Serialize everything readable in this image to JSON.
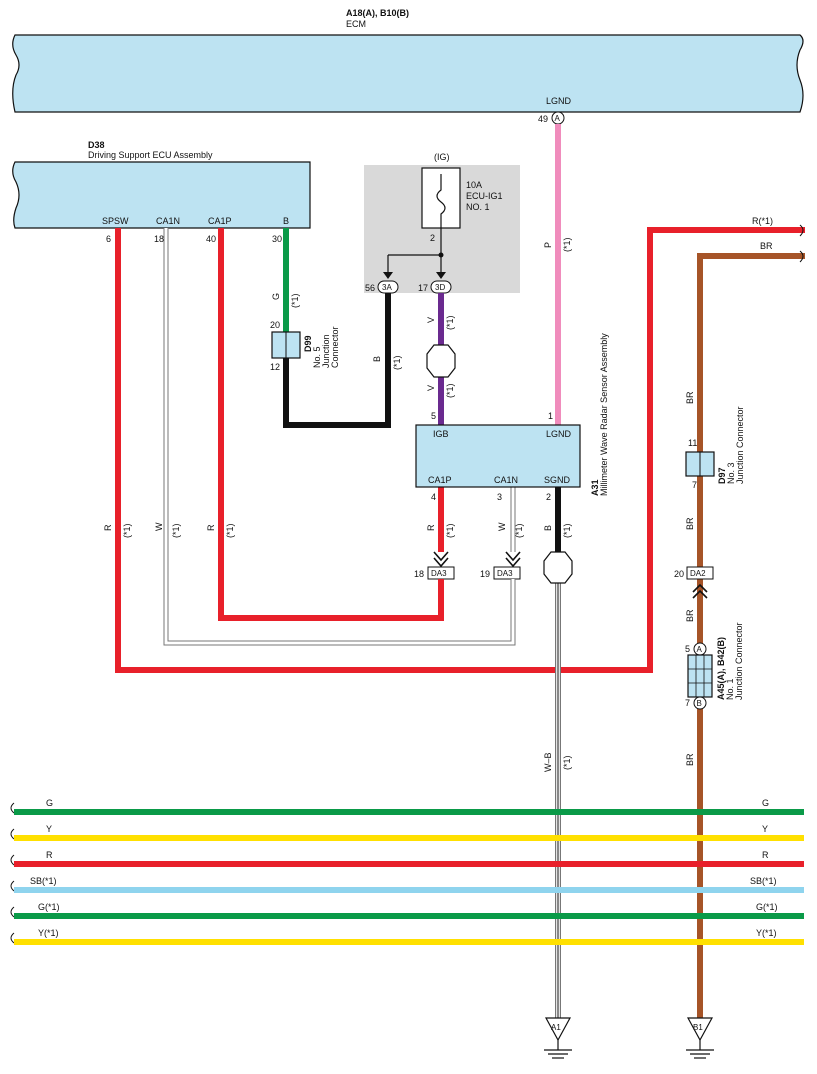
{
  "colors": {
    "component_fill": "#bde3f2",
    "relay_box_fill": "#d9d9d9",
    "red": "#e8202a",
    "green": "#0a9a48",
    "black": "#111111",
    "violet": "#6a2a8f",
    "pink": "#f08cbc",
    "brown": "#a65428",
    "yellow": "#ffe000",
    "sky": "#8fd4ee",
    "white": "#ffffff"
  },
  "ecm": {
    "code": "A18(A), B10(B)",
    "name": "ECM",
    "pin_label": "LGND",
    "pin_no": "49",
    "connector": "A"
  },
  "d38": {
    "code": "D38",
    "name": "Driving Support ECU Assembly",
    "pins": [
      {
        "label": "SPSW",
        "no": "6"
      },
      {
        "label": "CA1N",
        "no": "18"
      },
      {
        "label": "CA1P",
        "no": "40"
      },
      {
        "label": "B",
        "no": "30"
      }
    ]
  },
  "ig": {
    "label": "(IG)",
    "fuse_amp": "10A",
    "fuse_name": "ECU-IG1",
    "fuse_no": "NO. 1",
    "fuse_pin": "2",
    "conn_left": {
      "pin": "56",
      "id": "3A"
    },
    "conn_right": {
      "pin": "17",
      "id": "3D"
    }
  },
  "d99": {
    "code": "D99",
    "line1": "No. 5",
    "line2": "Junction",
    "line3": "Connector",
    "pin_top": "20",
    "pin_bottom": "12"
  },
  "a31": {
    "code": "A31",
    "name": "Millimeter Wave Radar Sensor Assembly",
    "pin_igb": "IGB",
    "pin_igb_no": "5",
    "pin_lgnd": "LGND",
    "pin_lgnd_no": "1",
    "pin_ca1p": "CA1P",
    "pin_ca1p_no": "4",
    "pin_ca1n": "CA1N",
    "pin_ca1n_no": "3",
    "pin_sgnd": "SGND",
    "pin_sgnd_no": "2"
  },
  "da3": {
    "id": "DA3",
    "pin_left": "18",
    "pin_right": "19"
  },
  "d97": {
    "code": "D97",
    "line1": "No. 3",
    "line2": "Junction Connector",
    "pin_top": "11",
    "pin_bottom": "7"
  },
  "da2": {
    "id": "DA2",
    "pin": "20"
  },
  "a45": {
    "code": "A45(A), B42(B)",
    "line1": "No. 1",
    "line2": "Junction Connector",
    "pin_top": "5",
    "conn_top": "A",
    "pin_bottom": "7",
    "conn_bottom": "B"
  },
  "ground_a1": "A1",
  "ground_b1": "B1",
  "offpage": {
    "r1": "R(*1)",
    "br": "BR"
  },
  "wire_labels": {
    "g": "G",
    "b": "B",
    "v": "V",
    "p": "P",
    "r": "R",
    "w": "W",
    "wb": "W–B",
    "br": "BR",
    "star": "(*1)"
  },
  "bus": [
    {
      "label": "G",
      "color": "#0a9a48"
    },
    {
      "label": "Y",
      "color": "#ffe000"
    },
    {
      "label": "R",
      "color": "#e8202a"
    },
    {
      "label": "SB(*1)",
      "color": "#8fd4ee"
    },
    {
      "label": "G(*1)",
      "color": "#0a9a48"
    },
    {
      "label": "Y(*1)",
      "color": "#ffe000"
    }
  ]
}
